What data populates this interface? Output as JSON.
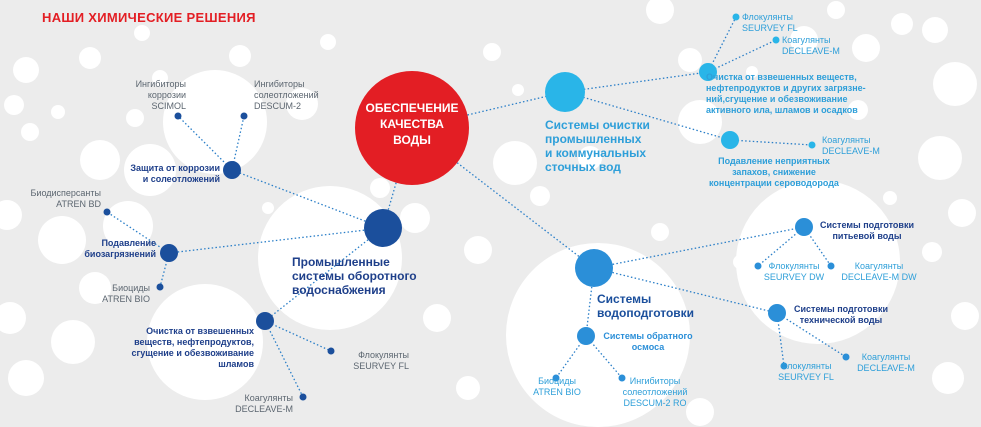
{
  "title": "НАШИ ХИМИЧЕСКИЕ РЕШЕНИЯ",
  "colors": {
    "accent": "#e31e24",
    "dark_blue": "#1b4f9c",
    "mid_blue": "#2b8fd8",
    "light_blue": "#29b5e8",
    "gray_text": "#5c6670"
  },
  "center": {
    "label": "ОБЕСПЕЧЕНИЕ\nКАЧЕСТВА\nВОДЫ"
  },
  "branches": {
    "recycling": {
      "label": "Промышленные\nсистемы оборотного\nводоснабжения",
      "corrosion": {
        "label": "Защита от коррозии\nи солеотложений",
        "inhibitors_corrosion": "Ингибиторы\nкоррозии\nSCIMOL",
        "inhibitors_scale": "Ингибиторы\nсолеотложений\nDESCUM-2"
      },
      "biofouling": {
        "label": "Подавление\nбиозагрязнений",
        "biodispersants": "Биодисперсанты\nATREN BD",
        "biocides": "Биоциды\nATREN BIO"
      },
      "cleaning": {
        "label": "Очистка от взвешенных\nвеществ, нефтепродуктов,\nсгущение и обезвоживание\nшламов",
        "flocculants": "Флокулянты\nSEURVEY FL",
        "coagulants": "Коагулянты\nDECLEAVE-M"
      }
    },
    "wastewater": {
      "label": "Системы очистки\nпромышленных\nи коммунальных\nсточных вод",
      "cleaning": {
        "label": "Очистка от взвешенных веществ,\nнефтепродуктов и других загрязне-\nний,сгущение и обезвоживание\nактивного ила, шламов и осадков",
        "flocculants": "Флокулянты\nSEURVEY FL",
        "coagulants": "Коагулянты\nDECLEAVE-M"
      },
      "odor": {
        "label": "Подавление неприятных\nзапахов, снижение\nконцентрации сероводорода",
        "coagulants": "Коагулянты\nDECLEAVE-M"
      }
    },
    "water_treatment": {
      "label": "Системы\nводоподготовки",
      "reverse_osmosis": {
        "label": "Системы обратного\nосмоса",
        "biocides": "Биоциды\nATREN BIO",
        "inhibitors": "Ингибиторы\nсолеотложений\nDESCUM-2 RO"
      },
      "drinking": {
        "label": "Системы подготовки\nпитьевой воды",
        "flocculants": "Флокулянты\nSEURVEY DW",
        "coagulants": "Коагулянты\nDECLEAVE-M DW"
      },
      "technical": {
        "label": "Системы подготовки\nтехнической воды",
        "flocculants": "Флокулянты\nSEURVEY FL",
        "coagulants": "Коагулянты\nDECLEAVE-M"
      }
    }
  }
}
